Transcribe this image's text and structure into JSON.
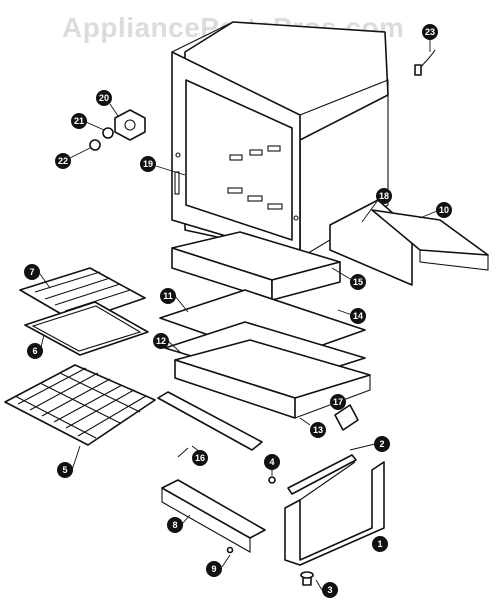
{
  "watermark": "AppliancePartsPros.com",
  "colors": {
    "ink": "#111111",
    "background": "#ffffff",
    "watermark": "#dcdcdc"
  },
  "callouts": [
    {
      "label": "1"
    },
    {
      "label": "2"
    },
    {
      "label": "3"
    },
    {
      "label": "4"
    },
    {
      "label": "5"
    },
    {
      "label": "6"
    },
    {
      "label": "7"
    },
    {
      "label": "8"
    },
    {
      "label": "9"
    },
    {
      "label": "10"
    },
    {
      "label": "11"
    },
    {
      "label": "12"
    },
    {
      "label": "13"
    },
    {
      "label": "14"
    },
    {
      "label": "15"
    },
    {
      "label": "16"
    },
    {
      "label": "17"
    },
    {
      "label": "18"
    },
    {
      "label": "19"
    },
    {
      "label": "20"
    },
    {
      "label": "21"
    },
    {
      "label": "22"
    },
    {
      "label": "23"
    }
  ]
}
